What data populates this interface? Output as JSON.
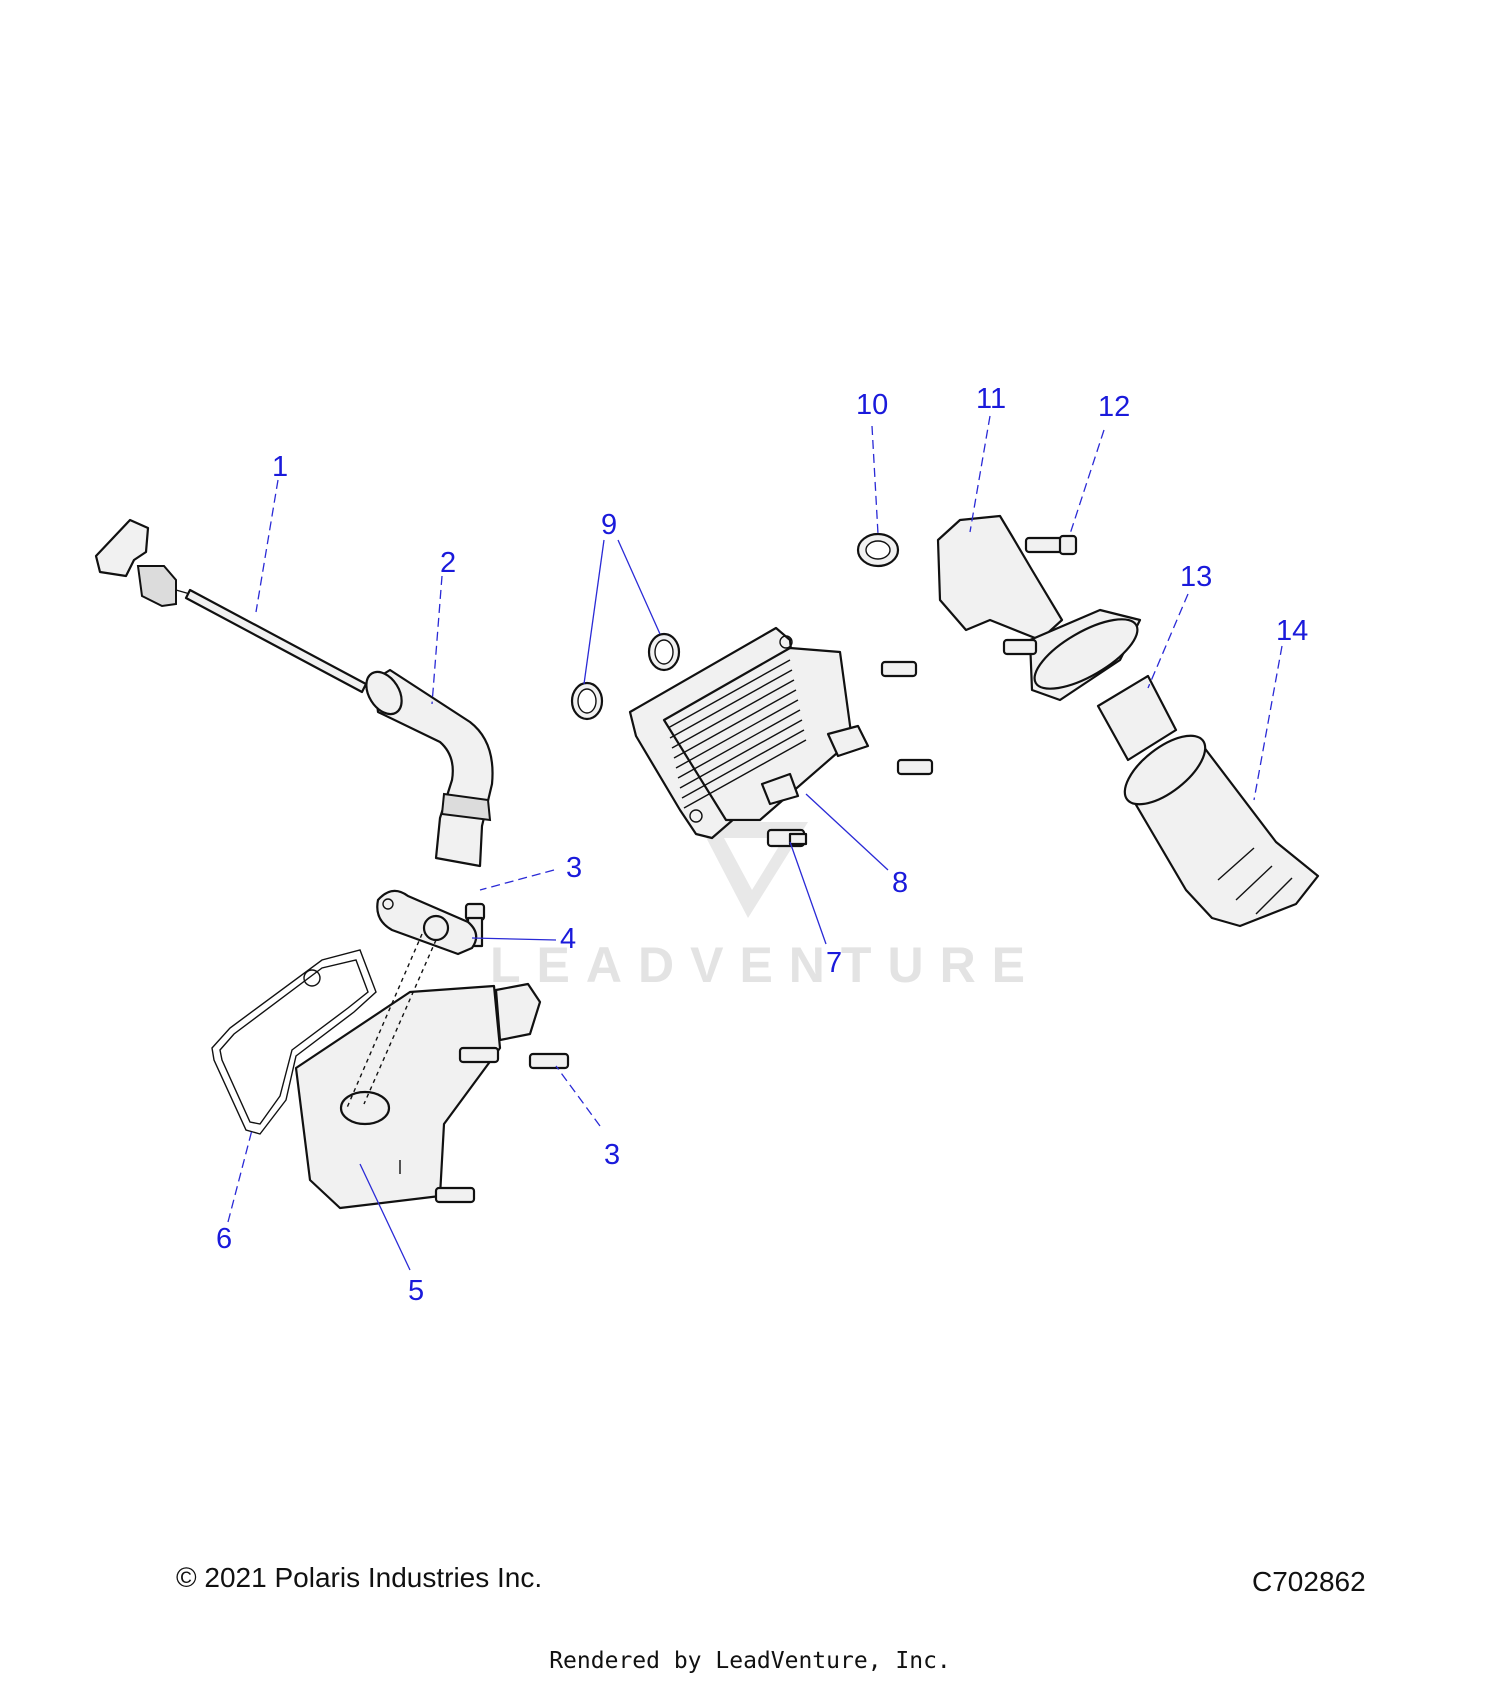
{
  "callouts": {
    "c1": "1",
    "c2": "2",
    "c3a": "3",
    "c3b": "3",
    "c4": "4",
    "c5": "5",
    "c6": "6",
    "c7": "7",
    "c8": "8",
    "c9": "9",
    "c10": "10",
    "c11": "11",
    "c12": "12",
    "c13": "13",
    "c14": "14"
  },
  "watermark": {
    "text": "LEADVENTURE"
  },
  "footer": {
    "copyright": "© 2021 Polaris Industries Inc.",
    "code": "C702862",
    "rendered_by": "Rendered by LeadVenture, Inc."
  },
  "colors": {
    "callout": "#1a1adb",
    "part_fill": "#f1f1f1",
    "outline": "#111111"
  }
}
